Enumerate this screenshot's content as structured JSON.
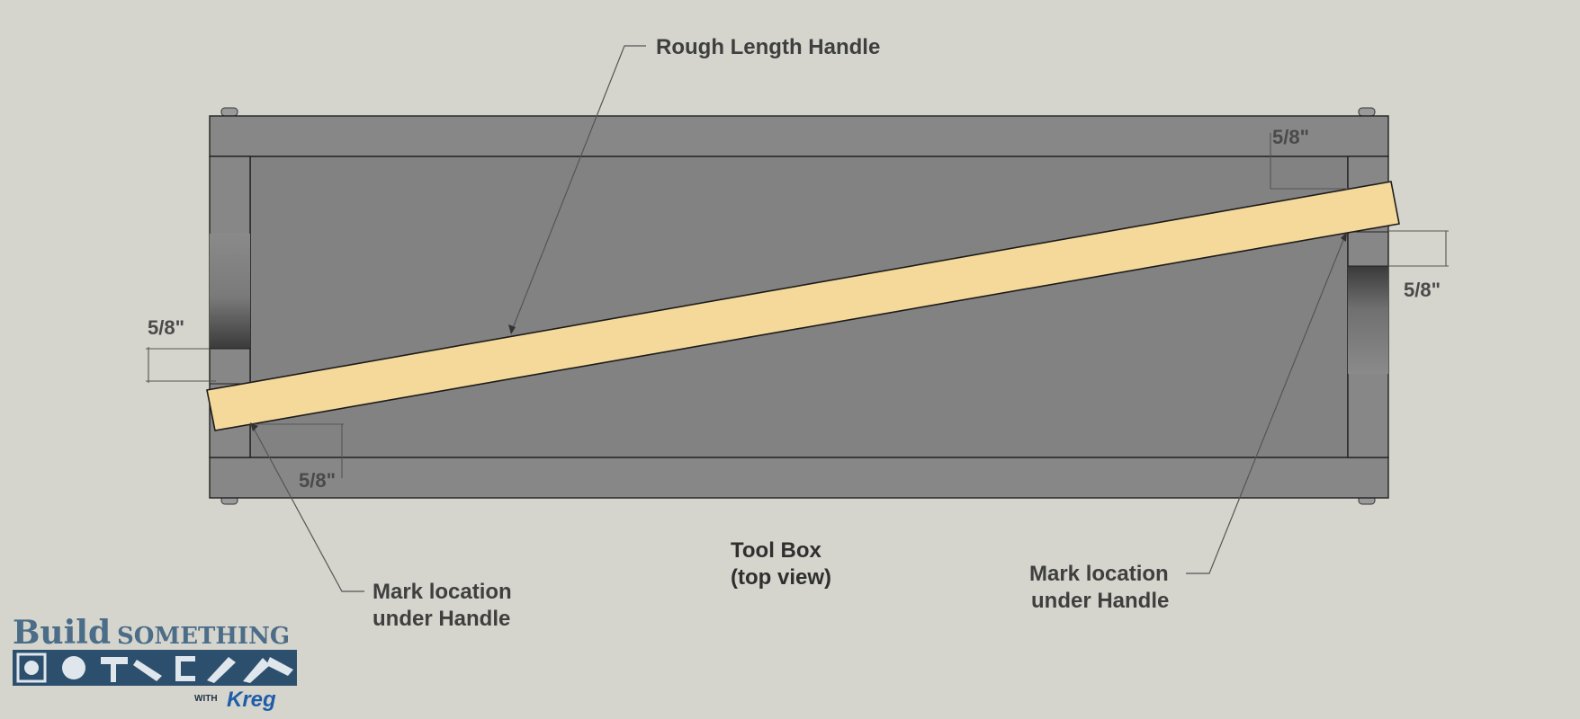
{
  "labels": {
    "rough_length_handle": "Rough Length Handle",
    "mark_location_left_line1": "Mark location",
    "mark_location_left_line2": "under Handle",
    "mark_location_right_line1": "Mark location",
    "mark_location_right_line2": "under Handle",
    "caption_line1": "Tool Box",
    "caption_line2": "(top view)"
  },
  "dimensions": {
    "left_upper": "5/8\"",
    "left_lower": "5/8\"",
    "right_upper": "5/8\"",
    "right_lower": "5/8\""
  },
  "logo": {
    "word_build": "Build",
    "word_something": "SOMETHING",
    "with": "WITH",
    "brand": "Kreg"
  },
  "colors": {
    "background": "#d5d5cd",
    "box_rim": "#878787",
    "box_floor": "#808080",
    "handle": "#f5d99a",
    "logo_blue": "#2d4f6e"
  }
}
